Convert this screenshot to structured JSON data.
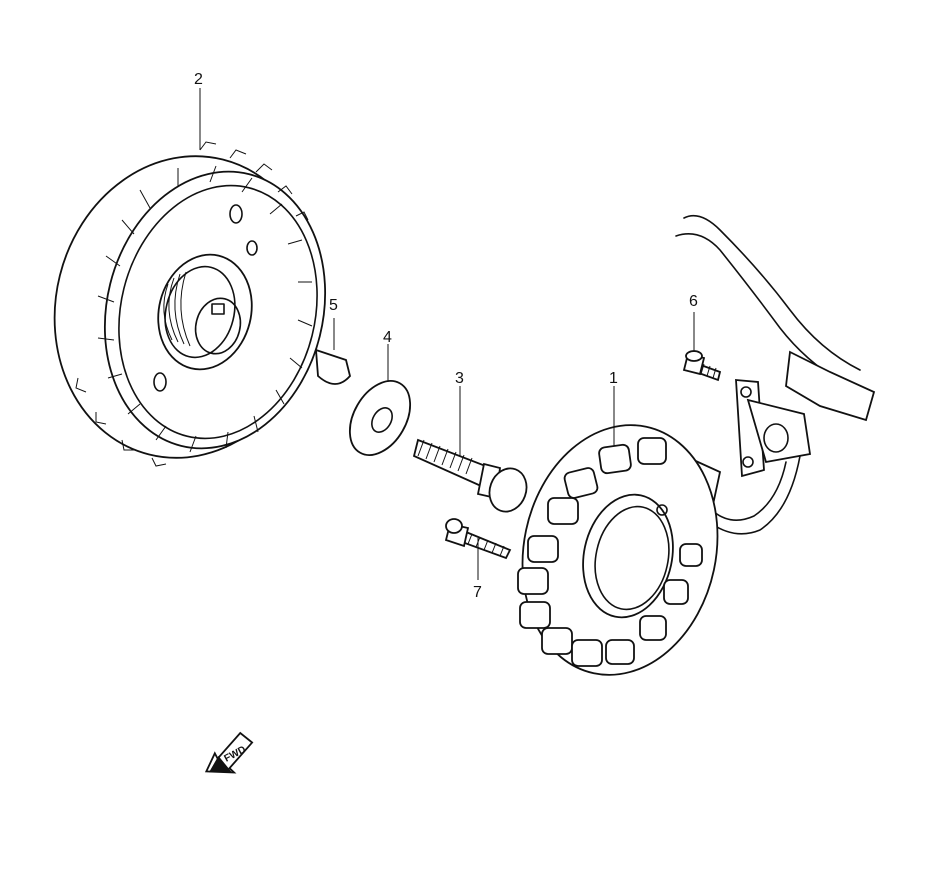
{
  "callouts": {
    "c1": "1",
    "c2": "2",
    "c3": "3",
    "c4": "4",
    "c5": "5",
    "c6": "6",
    "c7": "7"
  },
  "direction_marker": {
    "text": "FWD",
    "icon": "fwd-arrow-icon"
  }
}
